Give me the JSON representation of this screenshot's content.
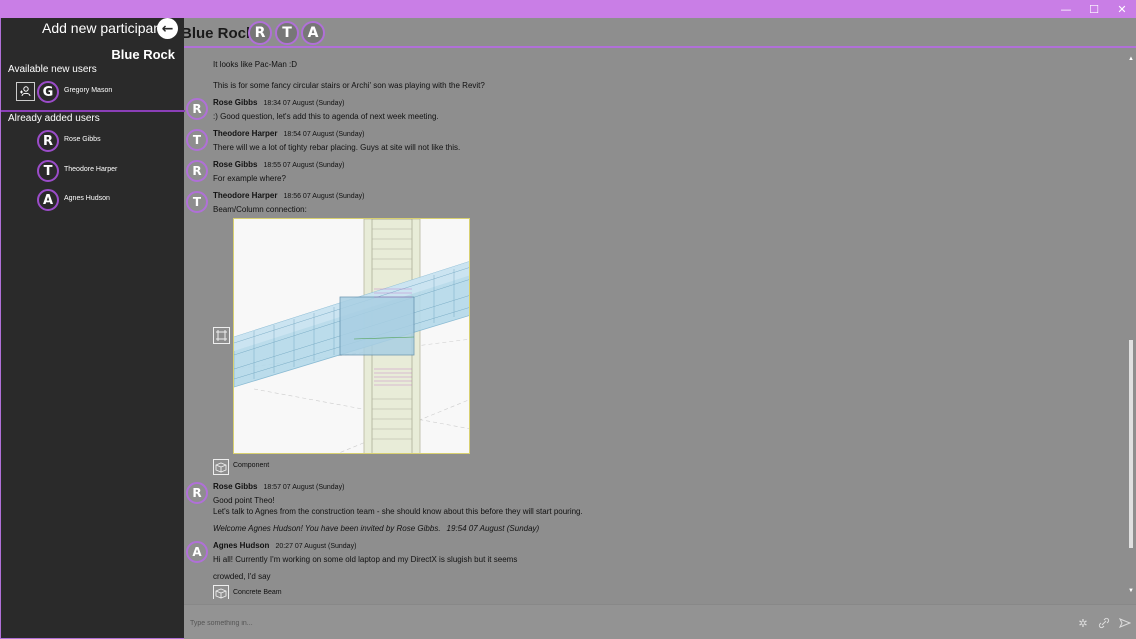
{
  "window": {
    "minimize_glyph": "—",
    "maximize_glyph": "☐",
    "close_glyph": "✕"
  },
  "header": {
    "title": "Blue Rock",
    "avatars": [
      "R",
      "T",
      "A"
    ]
  },
  "sidebar": {
    "title": "Add new participant",
    "back_glyph": "←",
    "team_name": "Blue Rock",
    "available_label": "Available new users",
    "available_users": [
      {
        "initial": "G",
        "name": "Gregory Mason"
      }
    ],
    "added_label": "Already added users",
    "added_users": [
      {
        "initial": "R",
        "name": "Rose Gibbs"
      },
      {
        "initial": "T",
        "name": "Theodore Harper"
      },
      {
        "initial": "A",
        "name": "Agnes Hudson"
      }
    ]
  },
  "messages": {
    "m0_line1": "It looks like Pac-Man :D",
    "m0_line2": "This is for some fancy circular stairs or Archi' son was playing with the Revit?",
    "m1": {
      "initial": "R",
      "name": "Rose Gibbs",
      "time": "18:34 07 August (Sunday)",
      "text": ":) Good question, let's add this to agenda of next week meeting."
    },
    "m2": {
      "initial": "T",
      "name": "Theodore Harper",
      "time": "18:54 07 August (Sunday)",
      "text": "There will we a lot of tighty rebar placing. Guys at site will not like this."
    },
    "m3": {
      "initial": "R",
      "name": "Rose Gibbs",
      "time": "18:55 07 August (Sunday)",
      "text": "For example where?"
    },
    "m4": {
      "initial": "T",
      "name": "Theodore Harper",
      "time": "18:56 07 August (Sunday)",
      "text": "Beam/Column connection:",
      "attachment_label": "Component"
    },
    "m5": {
      "initial": "R",
      "name": "Rose Gibbs",
      "time": "18:57 07 August (Sunday)",
      "line1": "Good point Theo!",
      "line2": "Let's talk to Agnes from the construction team - she should know about this before they will start pouring."
    },
    "system": {
      "text": "Welcome Agnes Hudson! You have been invited by Rose Gibbs.",
      "time": "19:54 07 August (Sunday)"
    },
    "m6": {
      "initial": "A",
      "name": "Agnes Hudson",
      "time": "20:27 07 August (Sunday)",
      "line1": "Hi all! Currently I'm working on some old laptop and my DirectX is slugish but it seems",
      "line2": "crowded, I'd say",
      "attachment_label": "Concrete Beam"
    }
  },
  "input": {
    "placeholder": "Type something in..."
  },
  "colors": {
    "accent": "#b070d8",
    "sidebar_bg": "#2a2a2a",
    "chat_bg": "#8e8e8e"
  },
  "icons": [
    "add-user-icon",
    "back-arrow-icon",
    "fit-view-icon",
    "component-icon",
    "tools-icon",
    "attach-icon",
    "send-icon"
  ]
}
